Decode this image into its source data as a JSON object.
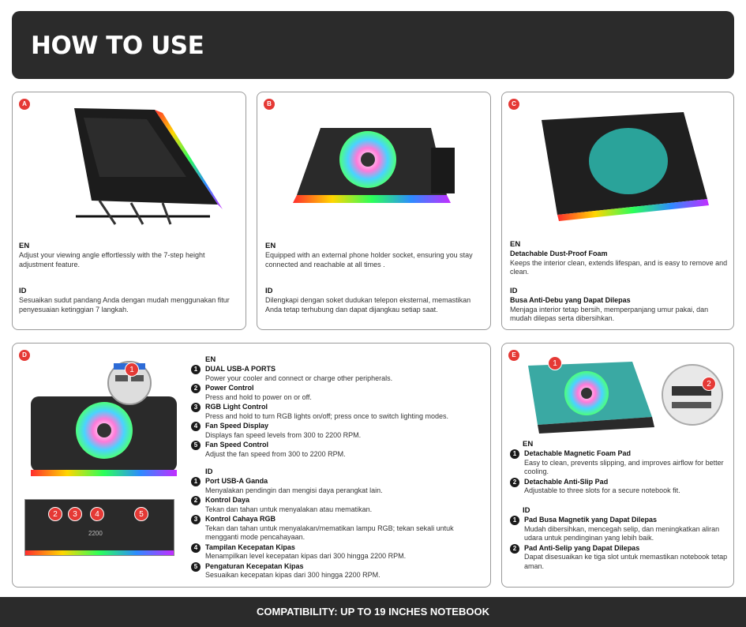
{
  "header": {
    "title": "HOW TO USE"
  },
  "colors": {
    "dark": "#2b2b2b",
    "accent": "#e53935",
    "border": "#9a9a9a"
  },
  "panel_a": {
    "badge": "A",
    "en_label": "EN",
    "en_text": "Adjust your viewing angle effortlessly with the 7-step height adjustment feature.",
    "id_label": "ID",
    "id_text": "Sesuaikan sudut pandang Anda dengan mudah menggunakan fitur penyesuaian ketinggian 7 langkah."
  },
  "panel_b": {
    "badge": "B",
    "en_label": "EN",
    "en_text": "Equipped with an external phone holder socket, ensuring you stay connected and reachable at all times .",
    "id_label": "ID",
    "id_text": "Dilengkapi dengan soket dudukan telepon eksternal, memastikan Anda tetap terhubung dan dapat dijangkau setiap saat."
  },
  "panel_c": {
    "badge": "C",
    "en_label": "EN",
    "en_title": "Detachable Dust-Proof Foam",
    "en_text": "Keeps the interior clean, extends lifespan, and is easy to remove and clean.",
    "id_label": "ID",
    "id_title": "Busa Anti-Debu yang Dapat Dilepas",
    "id_text": "Menjaga interior tetap bersih, memperpanjang umur pakai, dan mudah dilepas serta dibersihkan."
  },
  "panel_d": {
    "badge": "D",
    "en_label": "EN",
    "en_items": [
      {
        "n": "1",
        "title": "DUAL USB-A PORTS",
        "text": "Power your cooler and connect or charge other peripherals."
      },
      {
        "n": "2",
        "title": "Power Control",
        "text": "Press and hold to power on or off."
      },
      {
        "n": "3",
        "title": "RGB Light Control",
        "text": "Press and hold to turn RGB lights on/off; press once to switch lighting modes."
      },
      {
        "n": "4",
        "title": "Fan Speed Display",
        "text": "Displays fan speed levels from 300 to 2200 RPM."
      },
      {
        "n": "5",
        "title": "Fan Speed Control",
        "text": "Adjust the fan speed from 300 to 2200 RPM."
      }
    ],
    "id_label": "ID",
    "id_items": [
      {
        "n": "1",
        "title": "Port USB-A Ganda",
        "text": "Menyalakan pendingin dan mengisi daya perangkat lain."
      },
      {
        "n": "2",
        "title": "Kontrol Daya",
        "text": "Tekan dan tahan untuk menyalakan atau mematikan."
      },
      {
        "n": "3",
        "title": "Kontrol Cahaya RGB",
        "text": "Tekan dan tahan untuk menyalakan/mematikan lampu RGB; tekan sekali untuk mengganti mode pencahayaan."
      },
      {
        "n": "4",
        "title": "Tampilan Kecepatan Kipas",
        "text": "Menampilkan level kecepatan kipas dari 300 hingga 2200 RPM."
      },
      {
        "n": "5",
        "title": "Pengaturan Kecepatan Kipas",
        "text": "Sesuaikan kecepatan kipas dari 300 hingga 2200 RPM."
      }
    ],
    "callouts": [
      "1",
      "2",
      "3",
      "4",
      "5"
    ],
    "display_value": "2200"
  },
  "panel_e": {
    "badge": "E",
    "callouts": [
      "1",
      "2"
    ],
    "en_label": "EN",
    "en_items": [
      {
        "n": "1",
        "title": "Detachable Magnetic Foam Pad",
        "text": "Easy to clean, prevents slipping, and improves airflow for better cooling."
      },
      {
        "n": "2",
        "title": "Detachable Anti-Slip Pad",
        "text": "Adjustable to three slots for a secure notebook fit."
      }
    ],
    "id_label": "ID",
    "id_items": [
      {
        "n": "1",
        "title": "Pad Busa Magnetik yang Dapat Dilepas",
        "text": "Mudah dibersihkan, mencegah selip, dan meningkatkan aliran udara untuk pendinginan yang lebih baik."
      },
      {
        "n": "2",
        "title": "Pad Anti-Selip yang Dapat Dilepas",
        "text": "Dapat disesuaikan ke tiga slot untuk memastikan notebook tetap aman."
      }
    ]
  },
  "footer": {
    "text": "COMPATIBILITY: UP TO 19 INCHES NOTEBOOK"
  }
}
